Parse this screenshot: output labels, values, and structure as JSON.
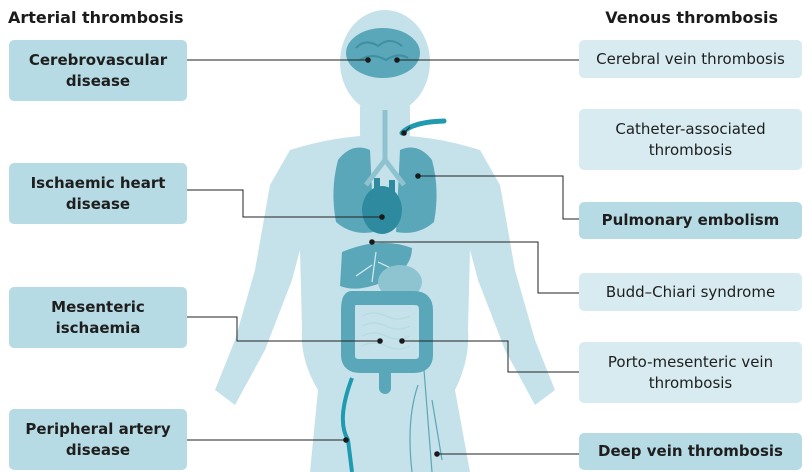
{
  "headings": {
    "arterial": "Arterial thrombosis",
    "venous": "Venous thrombosis"
  },
  "arterial_conditions": [
    {
      "label": "Cerebrovascular disease"
    },
    {
      "label": "Ischaemic heart disease"
    },
    {
      "label": "Mesenteric ischaemia"
    },
    {
      "label": "Peripheral artery disease"
    }
  ],
  "venous_conditions": [
    {
      "label": "Cerebral vein thrombosis",
      "emphasis": false
    },
    {
      "label": "Catheter-associated thrombosis",
      "emphasis": false
    },
    {
      "label": "Pulmonary embolism",
      "emphasis": true
    },
    {
      "label": "Budd–Chiari syndrome",
      "emphasis": false
    },
    {
      "label": "Porto-mesenteric vein thrombosis",
      "emphasis": false
    },
    {
      "label": "Deep vein thrombosis",
      "emphasis": true
    }
  ],
  "colors": {
    "body": "#c5e2ea",
    "organ": "#5aa7b9",
    "organ_dark": "#2e8a9f",
    "vessel": "#1f9ab1",
    "connector": "#222222",
    "box_strong": "#b7dbe4",
    "box_light": "#d7ebf0"
  }
}
